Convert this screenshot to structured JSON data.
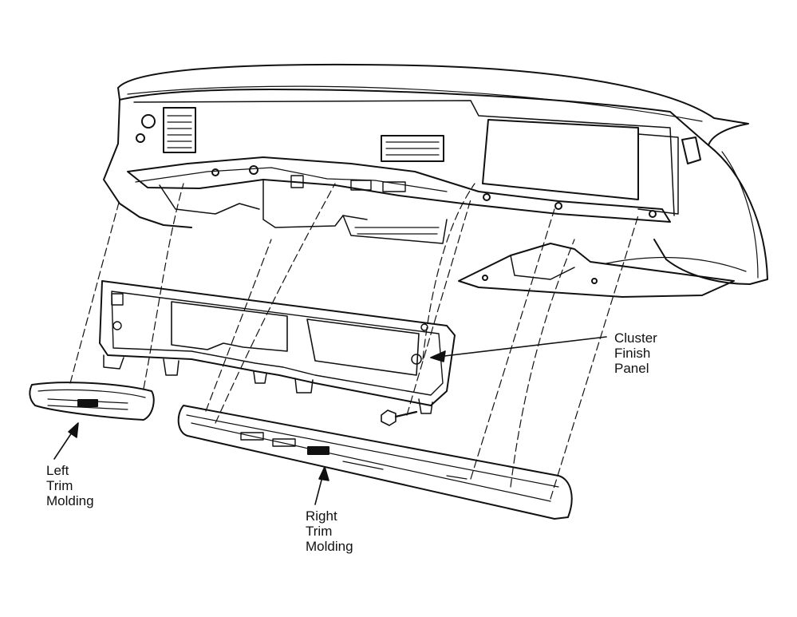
{
  "labels": {
    "cluster_finish_panel": [
      "Cluster",
      "Finish",
      "Panel"
    ],
    "left_trim_molding": [
      "Left",
      "Trim",
      "Molding"
    ],
    "right_trim_molding": [
      "Right",
      "Trim",
      "Molding"
    ]
  },
  "colors": {
    "ink": "#111111",
    "paper": "#ffffff",
    "shade": "#e4e4e4"
  }
}
